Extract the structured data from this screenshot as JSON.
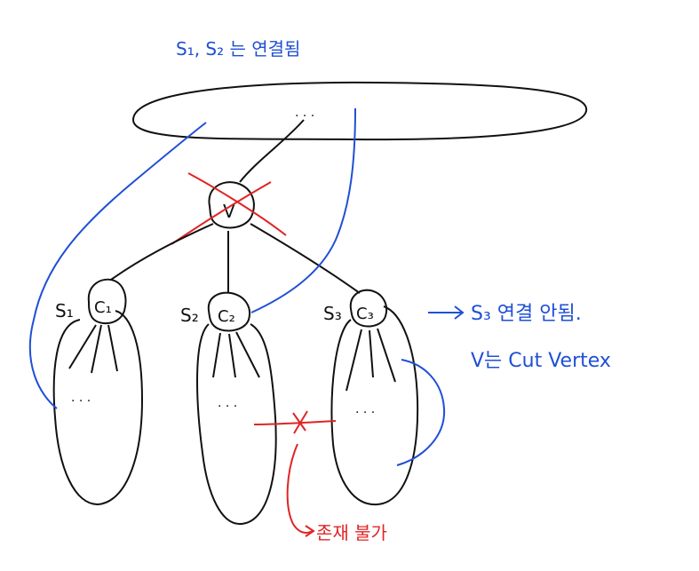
{
  "colors": {
    "ink": "#111111",
    "blue": "#1f4fd6",
    "red": "#e02424"
  },
  "top_note": "S₁, S₂ 는 연결됨",
  "upper_dots": ". . .",
  "vertex_v": "V",
  "subtrees": [
    {
      "s_label": "S₁",
      "c_label": "C₁",
      "dots": ". . ."
    },
    {
      "s_label": "S₂",
      "c_label": "C₂",
      "dots": ". . ."
    },
    {
      "s_label": "S₃",
      "c_label": "C₃",
      "dots": ". . ."
    }
  ],
  "right_note_line1": "S₃ 연결 안됨.",
  "right_note_line2": "V는 Cut Vertex",
  "bottom_note": "존재 불가"
}
